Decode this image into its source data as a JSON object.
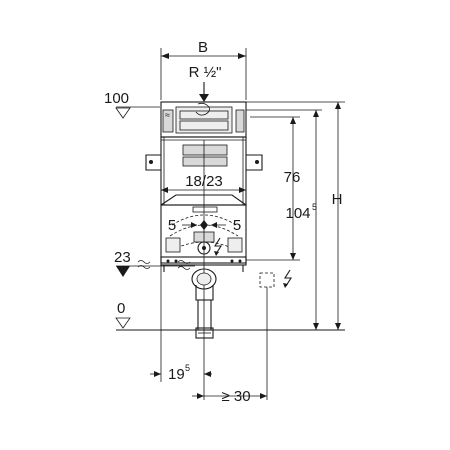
{
  "dimensions": {
    "width_label": "B",
    "thread_label": "R ½\"",
    "top_level": "100",
    "height_76": "76",
    "spacing_center": "18/23",
    "offset_left": "5",
    "offset_right": "5",
    "side_level": "23",
    "floor_level": "0",
    "height_104_base": "104",
    "height_104_sup": "5",
    "height_total": "H",
    "offset_19_base": "19",
    "offset_19_sup": "5",
    "min_distance": "≥ 30"
  }
}
